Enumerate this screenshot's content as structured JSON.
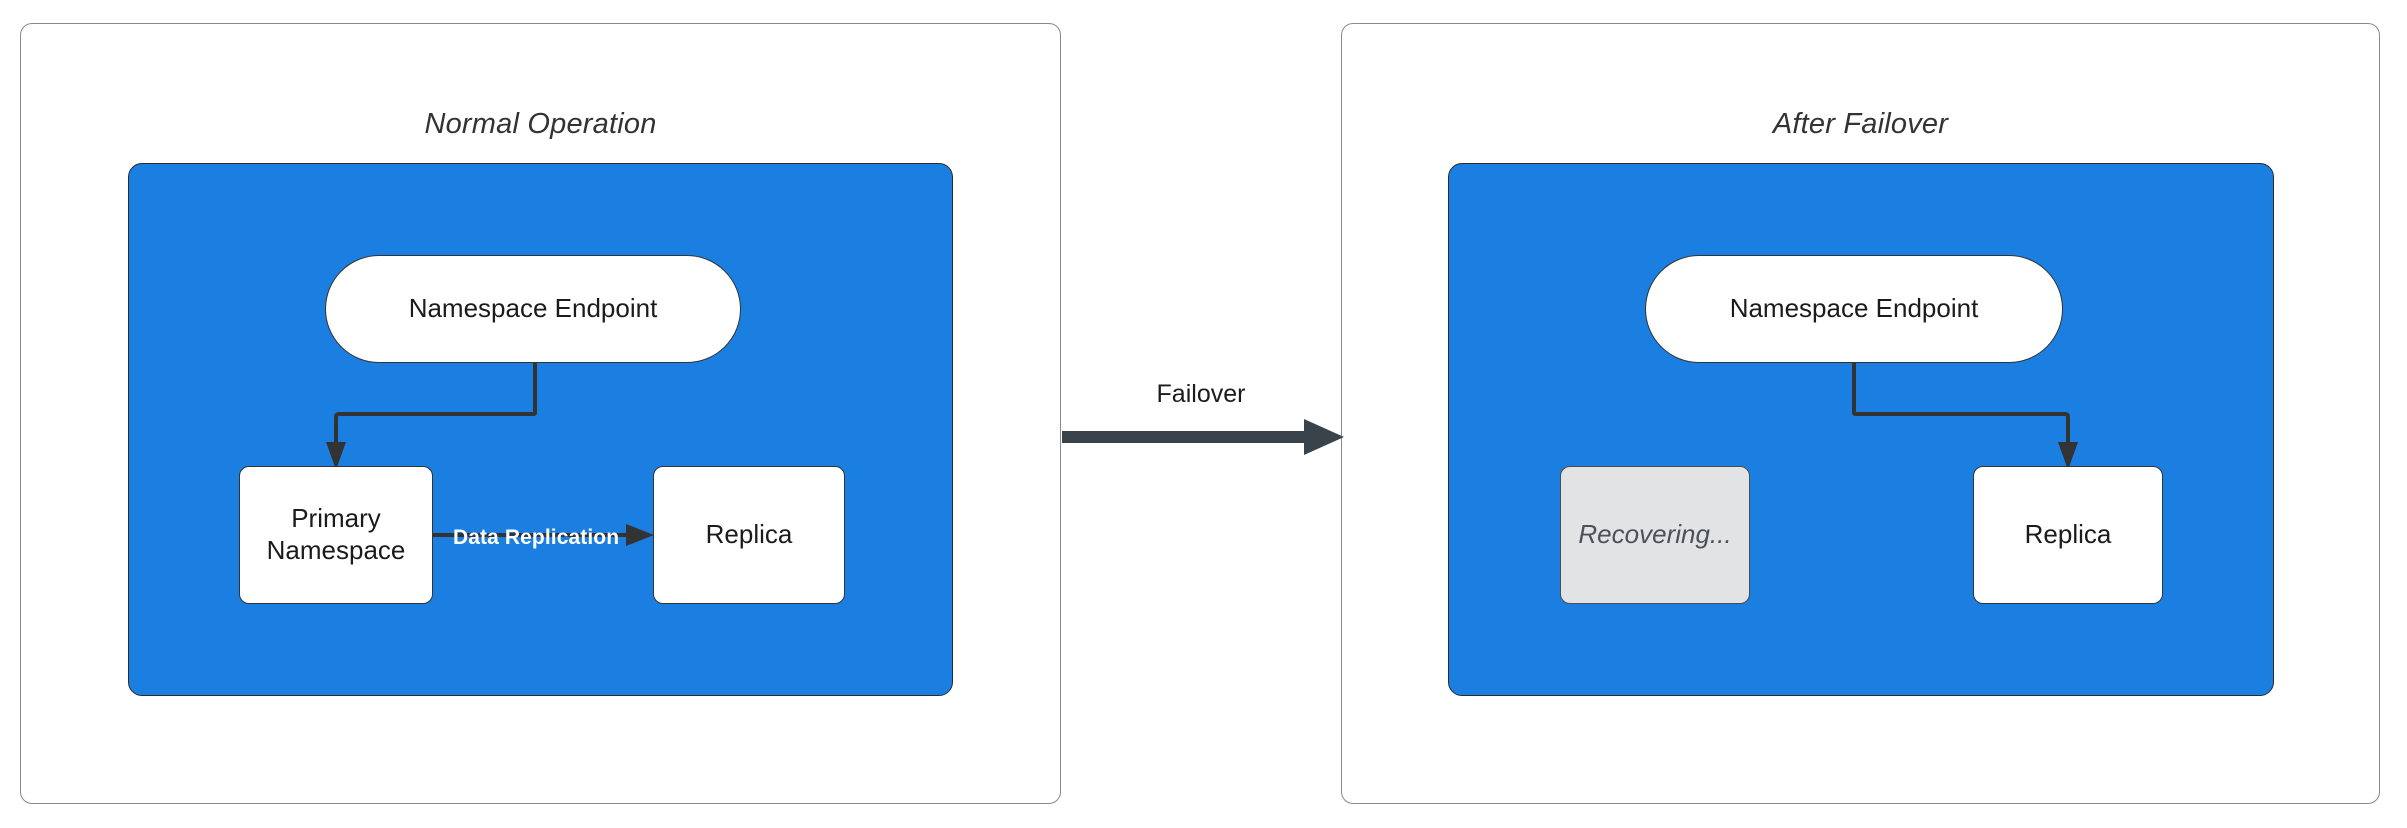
{
  "diagram": {
    "title_hidden": "",
    "background": "#ffffff",
    "accent_blue": "#1a7fe0",
    "stroke_dark": "#333333",
    "ghost_fill": "#e2e3e4",
    "arrow_fill": "#3a424c"
  },
  "panels": [
    {
      "id": "normal-operation",
      "title": "Normal Operation",
      "nodes": [
        {
          "id": "endpoint",
          "label": "Namespace Endpoint",
          "shape": "pill",
          "state": "active"
        },
        {
          "id": "primary",
          "label": "Primary\nNamespace",
          "label_line1": "Primary",
          "label_line2": "Namespace",
          "shape": "rect",
          "state": "active"
        },
        {
          "id": "replica",
          "label": "Replica",
          "shape": "rect",
          "state": "active"
        }
      ],
      "edges": [
        {
          "from": "endpoint",
          "to": "primary",
          "label": ""
        },
        {
          "from": "primary",
          "to": "replica",
          "label": "Data Replication"
        }
      ]
    },
    {
      "id": "after-failover",
      "title": "After Failover",
      "nodes": [
        {
          "id": "endpoint",
          "label": "Namespace Endpoint",
          "shape": "pill",
          "state": "active"
        },
        {
          "id": "recovering",
          "label": "Recovering...",
          "shape": "rect",
          "state": "recovering"
        },
        {
          "id": "replica",
          "label": "Replica",
          "shape": "rect",
          "state": "active"
        }
      ],
      "edges": [
        {
          "from": "endpoint",
          "to": "replica",
          "label": ""
        }
      ]
    }
  ],
  "transition": {
    "label": "Failover",
    "direction": "left-to-right"
  }
}
